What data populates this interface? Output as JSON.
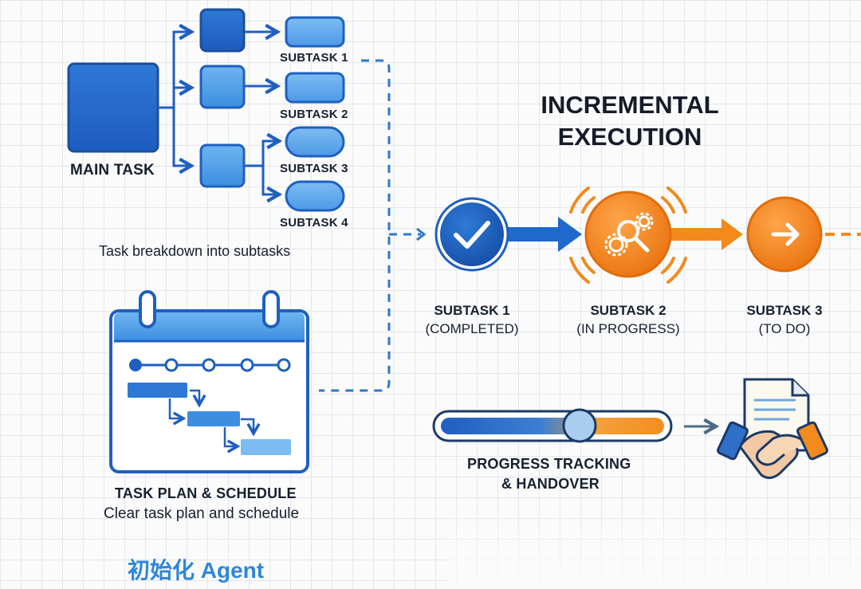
{
  "breakdown": {
    "main_label": "MAIN TASK",
    "subtasks": [
      "SUBTASK 1",
      "SUBTASK 2",
      "SUBTASK 3",
      "SUBTASK 4"
    ],
    "caption": "Task breakdown into subtasks"
  },
  "plan": {
    "title": "TASK PLAN & SCHEDULE",
    "caption": "Clear task plan and schedule"
  },
  "execution": {
    "title_line1": "INCREMENTAL",
    "title_line2": "EXECUTION",
    "steps": [
      {
        "name": "SUBTASK 1",
        "status": "(COMPLETED)",
        "icon": "checkmark-icon",
        "color": "#1f5fc0"
      },
      {
        "name": "SUBTASK 2",
        "status": "(IN PROGRESS)",
        "icon": "gears-magnifier-icon",
        "color": "#f28a1c"
      },
      {
        "name": "SUBTASK 3",
        "status": "(TO DO)",
        "icon": "arrow-right-icon",
        "color": "#f07a12"
      }
    ]
  },
  "tracking": {
    "label_line1": "PROGRESS TRACKING",
    "label_line2": "& HANDOVER",
    "icon": "handshake-document-icon"
  },
  "footer": {
    "agent_label": "初始化 Agent"
  },
  "colors": {
    "blue_dark": "#1f5fc0",
    "blue_light": "#5aa6ea",
    "orange": "#f28a1c",
    "dashed": "#2f77c9"
  }
}
